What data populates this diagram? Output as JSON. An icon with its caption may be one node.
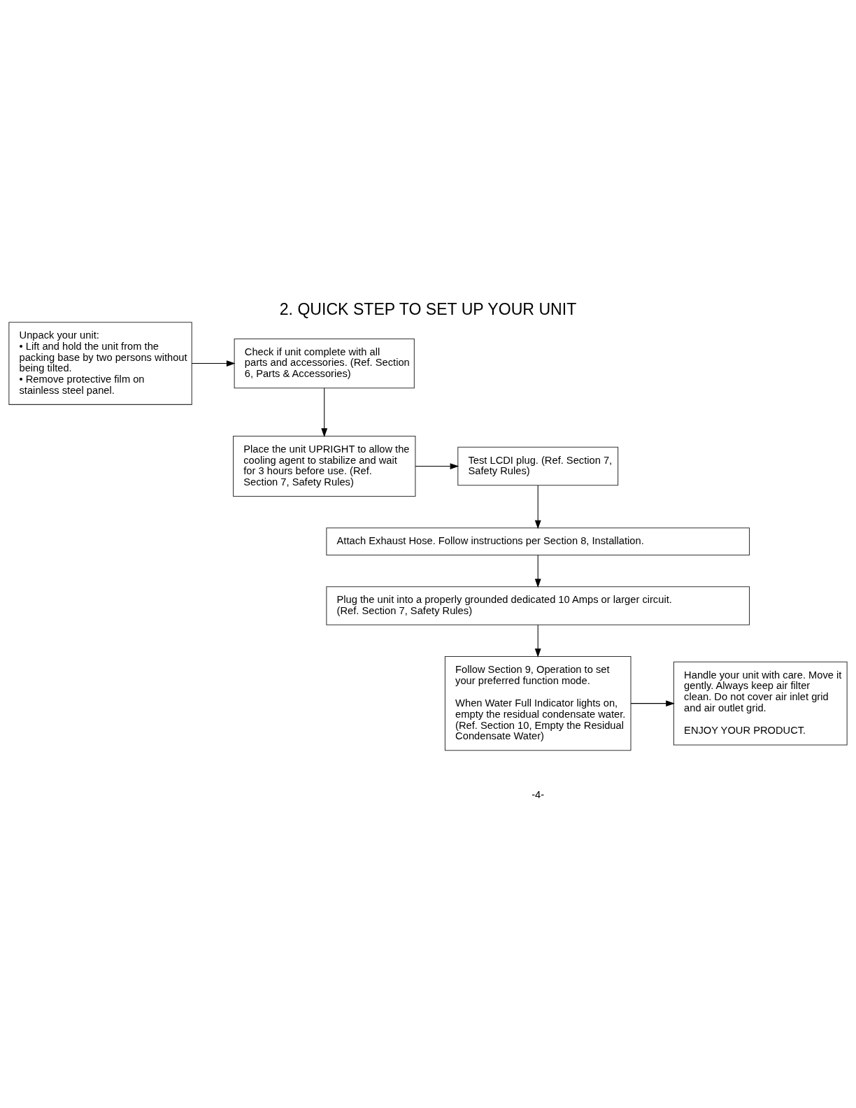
{
  "diagram": {
    "title": "2. QUICK STEP TO SET UP YOUR UNIT",
    "nodes": [
      {
        "text": [
          "Unpack your unit:",
          "• Lift and hold the unit from the packing base by two persons without being tilted.",
          "• Remove protective film on stainless steel panel."
        ]
      },
      {
        "text": [
          "Check if unit complete with all parts and accessories. (Ref. Section 6, Parts & Accessories)"
        ]
      },
      {
        "text": [
          "Place the unit UPRIGHT to allow the cooling agent to stabilize and wait for 3 hours before use. (Ref. Section 7, Safety Rules)"
        ]
      },
      {
        "text": [
          "Test LCDI plug. (Ref. Section 7, Safety Rules)"
        ]
      },
      {
        "text": [
          "Attach Exhaust Hose. Follow instructions per Section 8, Installation."
        ]
      },
      {
        "text": [
          "Plug the unit into a properly grounded dedicated 10 Amps or larger circuit. (Ref. Section 7, Safety Rules)"
        ]
      },
      {
        "text": [
          "Follow Section 9, Operation to set your preferred function mode.",
          "When Water Full Indicator lights on, empty the residual condensate water. (Ref. Section 10, Empty the Residual Condensate Water)"
        ]
      },
      {
        "text": [
          "Handle your unit with care. Move it gently. Always keep air filter clean. Do not cover air inlet grid and air outlet grid.",
          "ENJOY YOUR PRODUCT."
        ]
      }
    ],
    "edges": [
      {
        "from": 0,
        "to": 1,
        "arrow": "to"
      },
      {
        "from": 1,
        "to": 2,
        "arrow": "to"
      },
      {
        "from": 2,
        "to": 3,
        "arrow": "to"
      },
      {
        "from": 3,
        "to": 4,
        "arrow": "to"
      },
      {
        "from": 4,
        "to": 5,
        "arrow": "to"
      },
      {
        "from": 5,
        "to": 6,
        "arrow": "to"
      },
      {
        "from": 6,
        "to": 7,
        "arrow": "to"
      }
    ],
    "labels": [
      "-4-"
    ]
  }
}
